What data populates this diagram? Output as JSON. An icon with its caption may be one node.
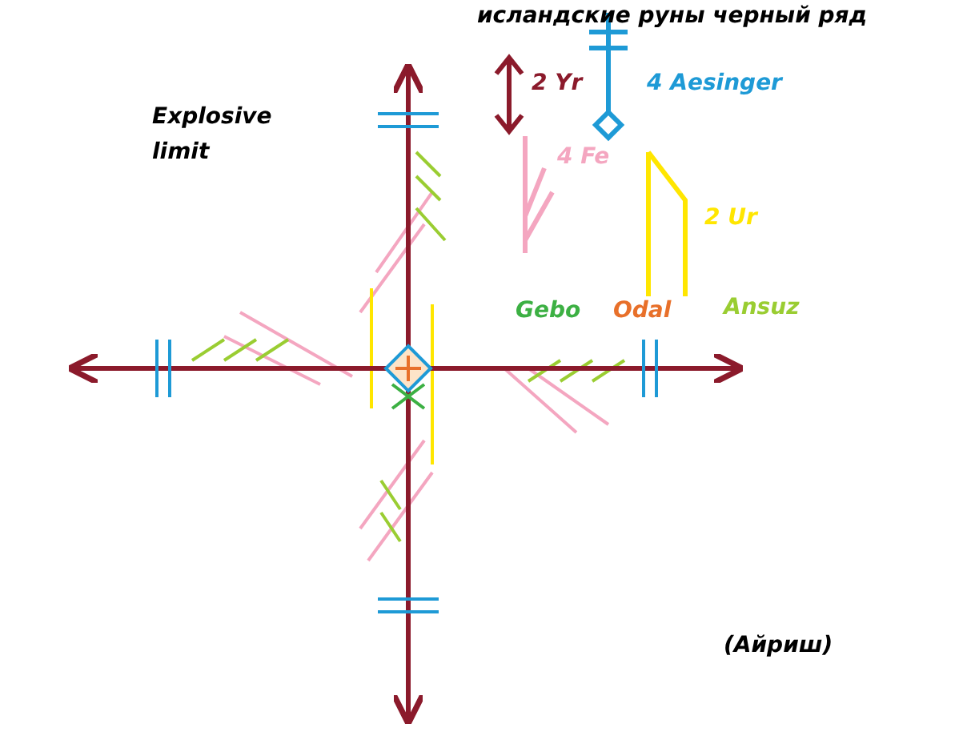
{
  "diagram": {
    "title": "исландские руны черный ряд",
    "labels": [
      "2 Yr",
      "4 Aesinger",
      "Explosive limit",
      "4 Fe",
      "2 Ur",
      "Gebo",
      "Odal",
      "Ansuz",
      "(Айриш)"
    ]
  }
}
